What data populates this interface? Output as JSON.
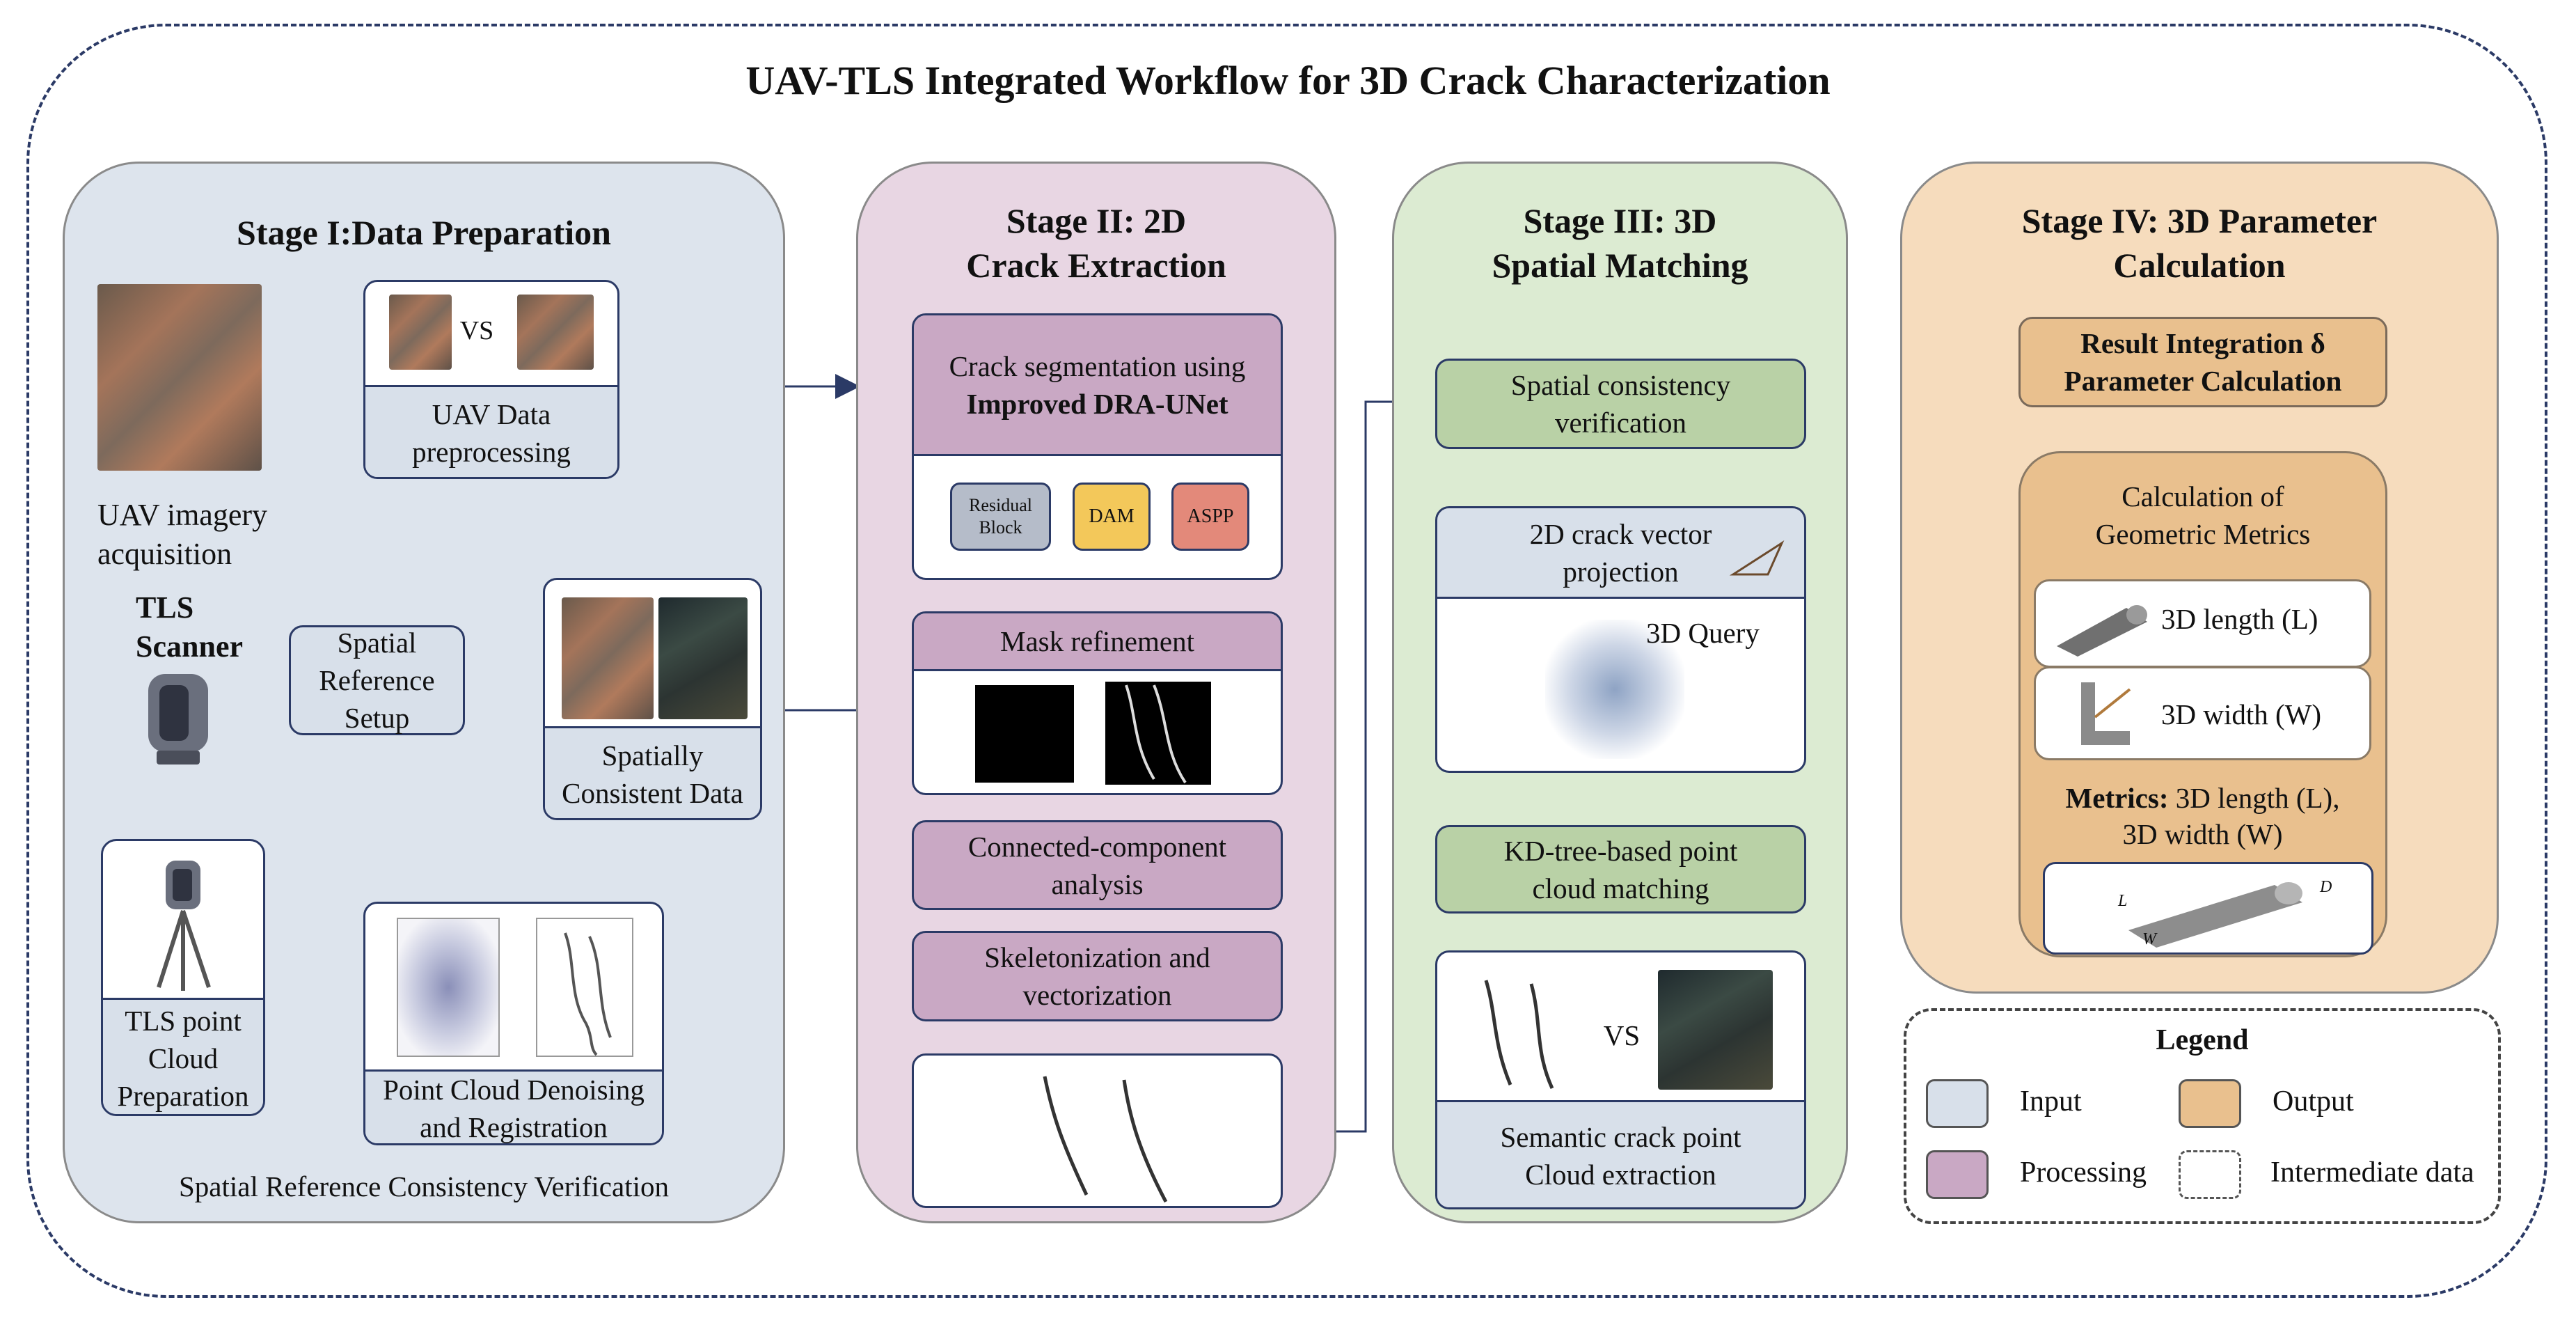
{
  "title": "UAV-TLS Integrated Workflow for 3D Crack Characterization",
  "stage1": {
    "title": "Stage I:Data Preparation",
    "uav_acquisition": "UAV imagery acquisition",
    "vs": "VS",
    "uav_preprocessing": "UAV Data preprocessing",
    "tls_scanner": "TLS Scanner",
    "spatial_reference": "Spatial Reference Setup",
    "spatially_consistent": "Spatially Consistent Data",
    "tls_preparation": "TLS point Cloud Preparation",
    "denoising": "Point Cloud Denoising and Registration",
    "verification": "Spatial Reference Consistency Verification"
  },
  "stage2": {
    "title_line1": "Stage II: 2D",
    "title_line2": "Crack Extraction",
    "seg_line1": "Crack segmentation using",
    "seg_line2": "Improved DRA-UNet",
    "residual": "Residual Block",
    "dam": "DAM",
    "aspp": "ASPP",
    "mask": "Mask refinement",
    "connected": "Connected-component analysis",
    "skeleton": "Skeletonization and vectorization"
  },
  "stage3": {
    "title_line1": "Stage III: 3D",
    "title_line2": "Spatial Matching",
    "consistency": "Spatial consistency verification",
    "projection": "2D crack vector projection",
    "query": "3D Query",
    "kdtree": "KD-tree-based point cloud matching",
    "vs": "VS",
    "semantic": "Semantic crack point Cloud extraction"
  },
  "stage4": {
    "title_line1": "Stage IV: 3D Parameter",
    "title_line2": "Calculation",
    "result_line1": "Result Integration δ",
    "result_line2": "Parameter Calculation",
    "geo_line1": "Calculation of",
    "geo_line2": "Geometric Metrics",
    "length": "3D length (L)",
    "width": "3D width (W)",
    "metrics_bold": "Metrics:",
    "metrics_line1": " 3D length (L),",
    "metrics_line2": "3D width (W)",
    "fig_l": "L",
    "fig_w": "W",
    "fig_d": "D"
  },
  "legend": {
    "title": "Legend",
    "input": "Input",
    "output": "Output",
    "processing": "Processing",
    "intermediate": "Intermediate data"
  },
  "colors": {
    "input": "#d8e0ea",
    "processing": "#c9a8c4",
    "output": "#e9c08e",
    "stage1_bg": "#dde4ed",
    "stage2_bg": "#e8d6e3",
    "stage3_bg": "#dcebd2",
    "stage4_bg": "#f6dcbd",
    "green_box": "#b9d1a6",
    "dam": "#f3c85a",
    "aspp": "#e3897a",
    "line": "#2b3a66"
  }
}
